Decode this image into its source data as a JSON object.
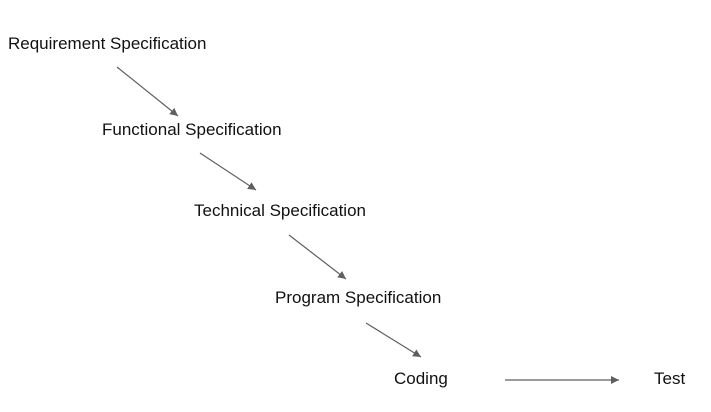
{
  "diagram": {
    "nodes": [
      {
        "id": "requirement",
        "label": "Requirement Specification"
      },
      {
        "id": "functional",
        "label": "Functional Specification"
      },
      {
        "id": "technical",
        "label": "Technical Specification"
      },
      {
        "id": "program",
        "label": "Program Specification"
      },
      {
        "id": "coding",
        "label": "Coding"
      },
      {
        "id": "test",
        "label": "Test"
      }
    ],
    "edges": [
      {
        "from": "requirement",
        "to": "functional"
      },
      {
        "from": "functional",
        "to": "technical"
      },
      {
        "from": "technical",
        "to": "program"
      },
      {
        "from": "program",
        "to": "coding"
      },
      {
        "from": "coding",
        "to": "test"
      }
    ],
    "colors": {
      "text": "#111111",
      "arrow": "#5f5f5f",
      "background": "#ffffff"
    }
  }
}
